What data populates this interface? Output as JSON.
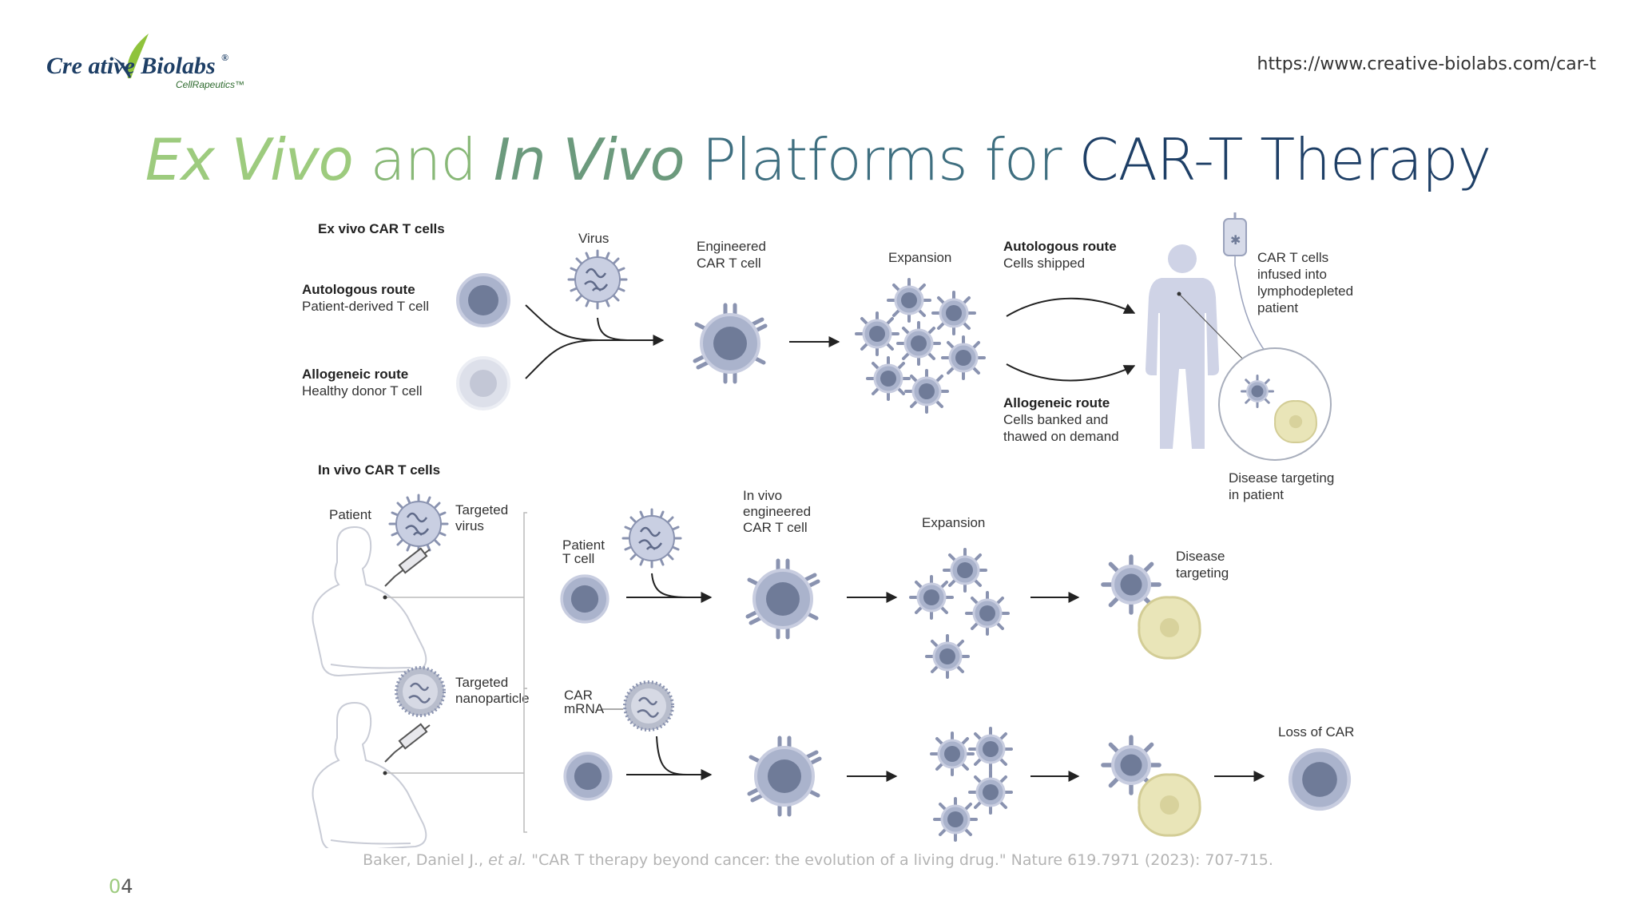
{
  "header": {
    "logo_text": "Cre ative Biolabs",
    "logo_registered": "®",
    "logo_subtext": "CellRapeutics™",
    "url": "https://www.creative-biolabs.com/car-t"
  },
  "title": {
    "part1": "Ex Vivo",
    "part2": " and ",
    "part3": "In Vivo",
    "part4": " Platforms for ",
    "part5": "CAR-T Therapy"
  },
  "diagram": {
    "ex_vivo": {
      "heading": "Ex vivo CAR T cells",
      "autologous_title": "Autologous route",
      "autologous_sub": "Patient-derived T cell",
      "allogeneic_title": "Allogeneic route",
      "allogeneic_sub": "Healthy donor T cell",
      "virus": "Virus",
      "engineered_1": "Engineered",
      "engineered_2": "CAR T cell",
      "expansion": "Expansion",
      "auto_route_title": "Autologous route",
      "auto_route_sub": "Cells shipped",
      "allo_route_title": "Allogeneic route",
      "allo_route_sub1": "Cells banked and",
      "allo_route_sub2": "thawed on demand",
      "infused_1": "CAR T cells",
      "infused_2": "infused into",
      "infused_3": "lymphodepleted",
      "infused_4": "patient",
      "disease_1": "Disease targeting",
      "disease_2": "in patient"
    },
    "in_vivo": {
      "heading": "In vivo CAR T cells",
      "patient": "Patient",
      "targeted_virus_1": "Targeted",
      "targeted_virus_2": "virus",
      "patient_tcell_1": "Patient",
      "patient_tcell_2": "T cell",
      "invivo_eng_1": "In vivo",
      "invivo_eng_2": "engineered",
      "invivo_eng_3": "CAR T cell",
      "expansion": "Expansion",
      "disease_1": "Disease",
      "disease_2": "targeting",
      "targeted_np_1": "Targeted",
      "targeted_np_2": "nanoparticle",
      "car_mrna_1": "CAR",
      "car_mrna_2": "mRNA",
      "loss_of_car": "Loss of CAR"
    }
  },
  "citation": {
    "before": "Baker, Daniel J., ",
    "italic": "et al.",
    "after": " \"CAR T therapy beyond cancer: the evolution of a living drug.\" Nature 619.7971 (2023): 707-715."
  },
  "page_number": {
    "digit1": "0",
    "digit2": "4"
  },
  "colors": {
    "title_light_green": "#9dcb7e",
    "title_navy": "#1e3f66",
    "cell_fill": "#aab3cc",
    "cell_nucleus": "#6f7b98",
    "tumor_cell": "#e9e5b8",
    "silhouette": "#cfd3e6"
  }
}
